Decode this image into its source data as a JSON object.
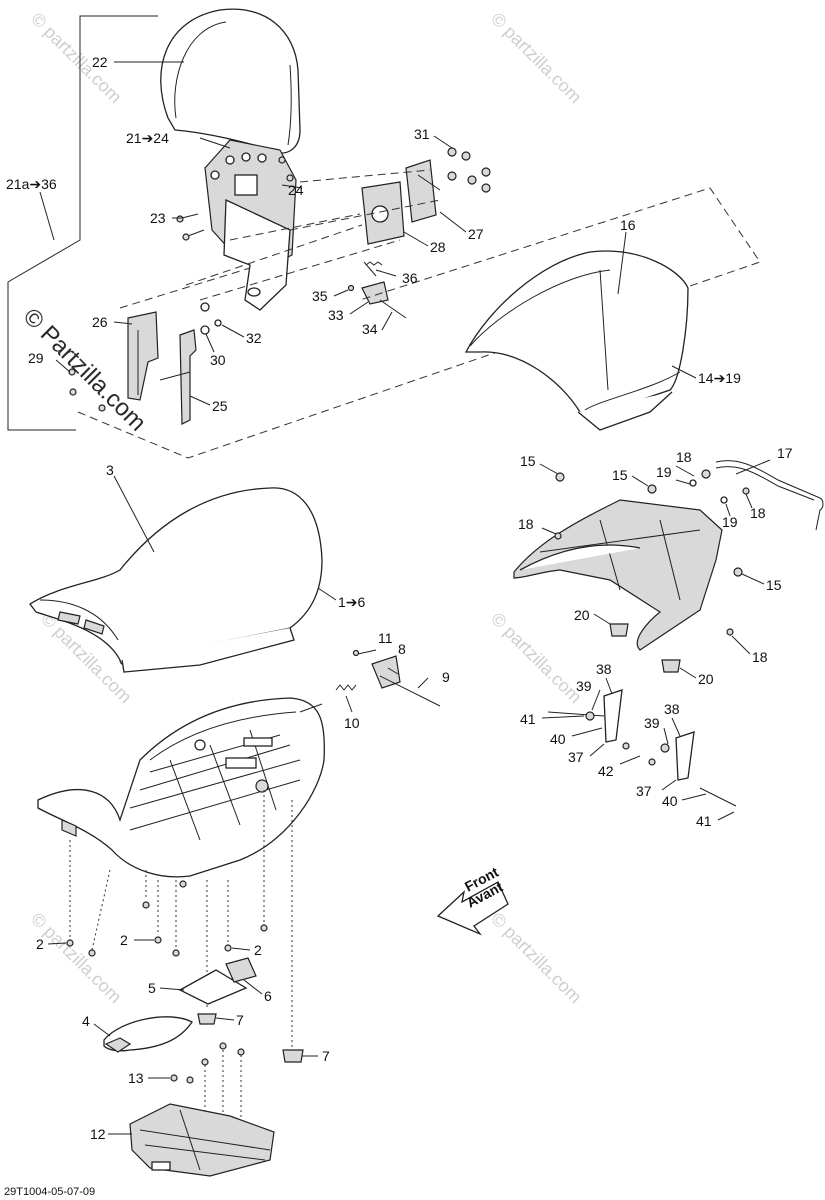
{
  "diagram": {
    "callouts": [
      {
        "id": "c22",
        "text": "22"
      },
      {
        "id": "c21-24",
        "text": "21➔24"
      },
      {
        "id": "c21a-36",
        "text": "21a➔36"
      },
      {
        "id": "c24",
        "text": "24"
      },
      {
        "id": "c23",
        "text": "23"
      },
      {
        "id": "c31",
        "text": "31"
      },
      {
        "id": "c27",
        "text": "27"
      },
      {
        "id": "c28",
        "text": "28"
      },
      {
        "id": "c36",
        "text": "36"
      },
      {
        "id": "c35",
        "text": "35"
      },
      {
        "id": "c33",
        "text": "33"
      },
      {
        "id": "c34",
        "text": "34"
      },
      {
        "id": "c26",
        "text": "26"
      },
      {
        "id": "c29",
        "text": "29"
      },
      {
        "id": "c30",
        "text": "30"
      },
      {
        "id": "c32",
        "text": "32"
      },
      {
        "id": "c25",
        "text": "25"
      },
      {
        "id": "c16",
        "text": "16"
      },
      {
        "id": "c14-19",
        "text": "14➔19"
      },
      {
        "id": "c3",
        "text": "3"
      },
      {
        "id": "c1-6",
        "text": "1➔6"
      },
      {
        "id": "c15a",
        "text": "15"
      },
      {
        "id": "c15b",
        "text": "15"
      },
      {
        "id": "c15c",
        "text": "15"
      },
      {
        "id": "c18a",
        "text": "18"
      },
      {
        "id": "c18b",
        "text": "18"
      },
      {
        "id": "c18c",
        "text": "18"
      },
      {
        "id": "c18d",
        "text": "18"
      },
      {
        "id": "c19a",
        "text": "19"
      },
      {
        "id": "c19b",
        "text": "19"
      },
      {
        "id": "c17",
        "text": "17"
      },
      {
        "id": "c20a",
        "text": "20"
      },
      {
        "id": "c20b",
        "text": "20"
      },
      {
        "id": "c11",
        "text": "11"
      },
      {
        "id": "c8",
        "text": "8"
      },
      {
        "id": "c9",
        "text": "9"
      },
      {
        "id": "c10",
        "text": "10"
      },
      {
        "id": "c38a",
        "text": "38"
      },
      {
        "id": "c38b",
        "text": "38"
      },
      {
        "id": "c39a",
        "text": "39"
      },
      {
        "id": "c39b",
        "text": "39"
      },
      {
        "id": "c41a",
        "text": "41"
      },
      {
        "id": "c41b",
        "text": "41"
      },
      {
        "id": "c40a",
        "text": "40"
      },
      {
        "id": "c40b",
        "text": "40"
      },
      {
        "id": "c37a",
        "text": "37"
      },
      {
        "id": "c37b",
        "text": "37"
      },
      {
        "id": "c42",
        "text": "42"
      },
      {
        "id": "c2a",
        "text": "2"
      },
      {
        "id": "c2b",
        "text": "2"
      },
      {
        "id": "c2c",
        "text": "2"
      },
      {
        "id": "c5",
        "text": "5"
      },
      {
        "id": "c6",
        "text": "6"
      },
      {
        "id": "c7a",
        "text": "7"
      },
      {
        "id": "c7b",
        "text": "7"
      },
      {
        "id": "c4",
        "text": "4"
      },
      {
        "id": "c13",
        "text": "13"
      },
      {
        "id": "c12",
        "text": "12"
      }
    ],
    "direction_arrow": {
      "line1": "Front",
      "line2": "Avant"
    },
    "drawing_ref": "29T1004-05-07-09",
    "watermark": "© Partzilla.com",
    "watermark_small": "© partzilla.com"
  }
}
